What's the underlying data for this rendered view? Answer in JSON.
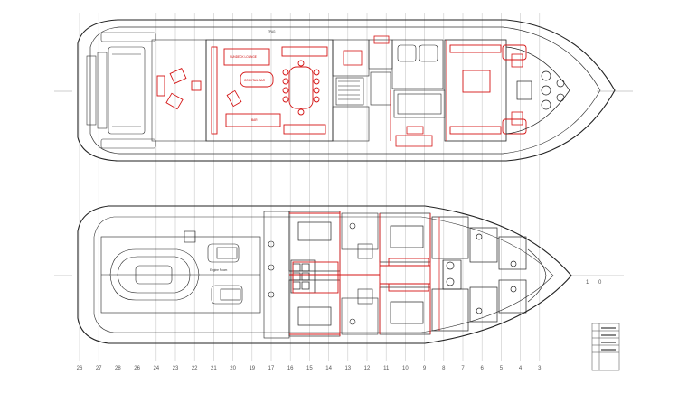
{
  "frame_numbers": [
    "26",
    "27",
    "28",
    "26",
    "24",
    "23",
    "22",
    "21",
    "20",
    "19",
    "17",
    "16",
    "15",
    "14",
    "13",
    "12",
    "11",
    "10",
    "9",
    "8",
    "7",
    "6",
    "5",
    "4",
    "3"
  ],
  "right_margin_marks": [
    "1",
    "0"
  ],
  "upper_deck": {
    "top_label": "TPAG",
    "room_labels": [
      "SUNDECK LOUNGE",
      "COCKTAIL BAR",
      "BAR"
    ]
  },
  "lower_deck": {
    "room_labels": [
      "Engine Room"
    ]
  },
  "colors": {
    "hull_line": "#222222",
    "furniture_red": "#d41414",
    "frame_line": "#b8b8b8"
  }
}
